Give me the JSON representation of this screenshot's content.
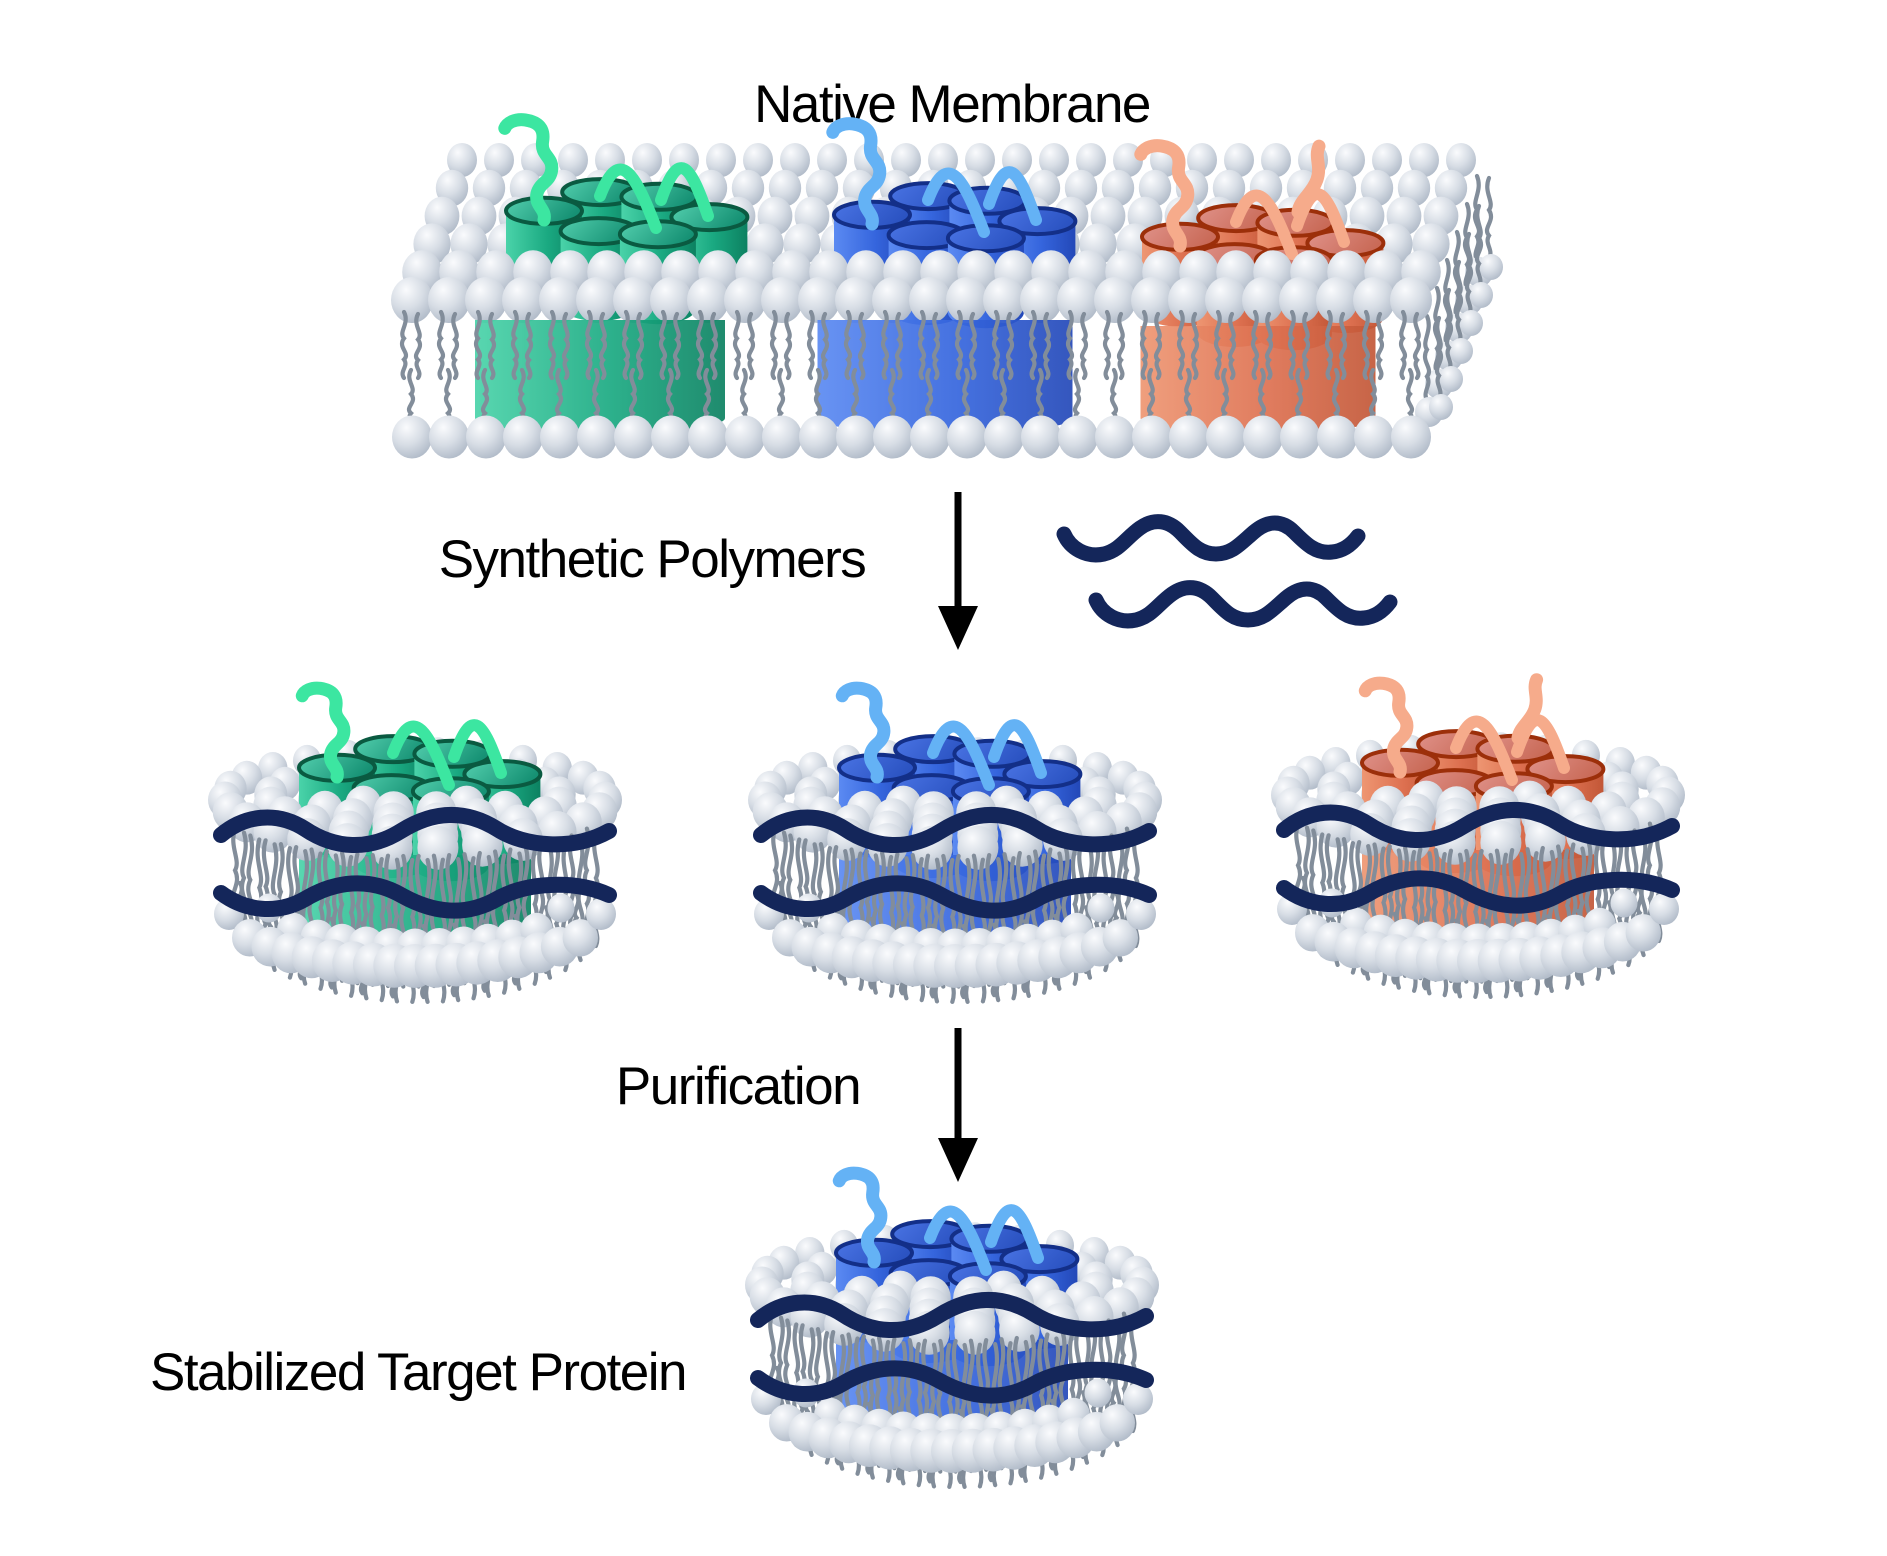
{
  "title": {
    "text": "Native Membrane"
  },
  "labels": {
    "synthetic_polymers": "Synthetic Polymers",
    "purification": "Purification",
    "stabilized_target_protein": "Stabilized Target Protein"
  },
  "colors": {
    "background": "#ffffff",
    "text": "#000000",
    "arrow": "#000000",
    "polymer": "#14265a",
    "lipid_head_light": "#fafbfd",
    "lipid_head_mid": "#d7dde5",
    "lipid_head_dark": "#a7b2c1",
    "lipid_tail": "#828d9a",
    "proteins": {
      "green": {
        "body_light": "#4ad3a9",
        "body_mid": "#1aa981",
        "body_dark": "#0c8161",
        "rim": "#0a5a41",
        "top_light": "#53cfae",
        "top_dark": "#169174",
        "squiggle": "#3ce6a1"
      },
      "blue": {
        "body_light": "#5b8af2",
        "body_mid": "#3565dd",
        "body_dark": "#2348b8",
        "rim": "#132f88",
        "top_light": "#4a74e4",
        "top_dark": "#2b53c2",
        "squiggle": "#64b2f5"
      },
      "orange": {
        "body_light": "#ee9672",
        "body_mid": "#dd7050",
        "body_dark": "#c25737",
        "rim": "#9c2f0a",
        "top_light": "#e0928a",
        "top_dark": "#c96a57",
        "squiggle": "#f6ab8b"
      }
    }
  },
  "structures": {
    "native_membrane": {
      "proteins": [
        "green",
        "blue",
        "orange"
      ]
    },
    "nanodiscs": [
      {
        "protein": "green"
      },
      {
        "protein": "blue"
      },
      {
        "protein": "orange"
      }
    ],
    "target_nanodisc": {
      "protein": "blue"
    },
    "polymer_count": 2
  }
}
